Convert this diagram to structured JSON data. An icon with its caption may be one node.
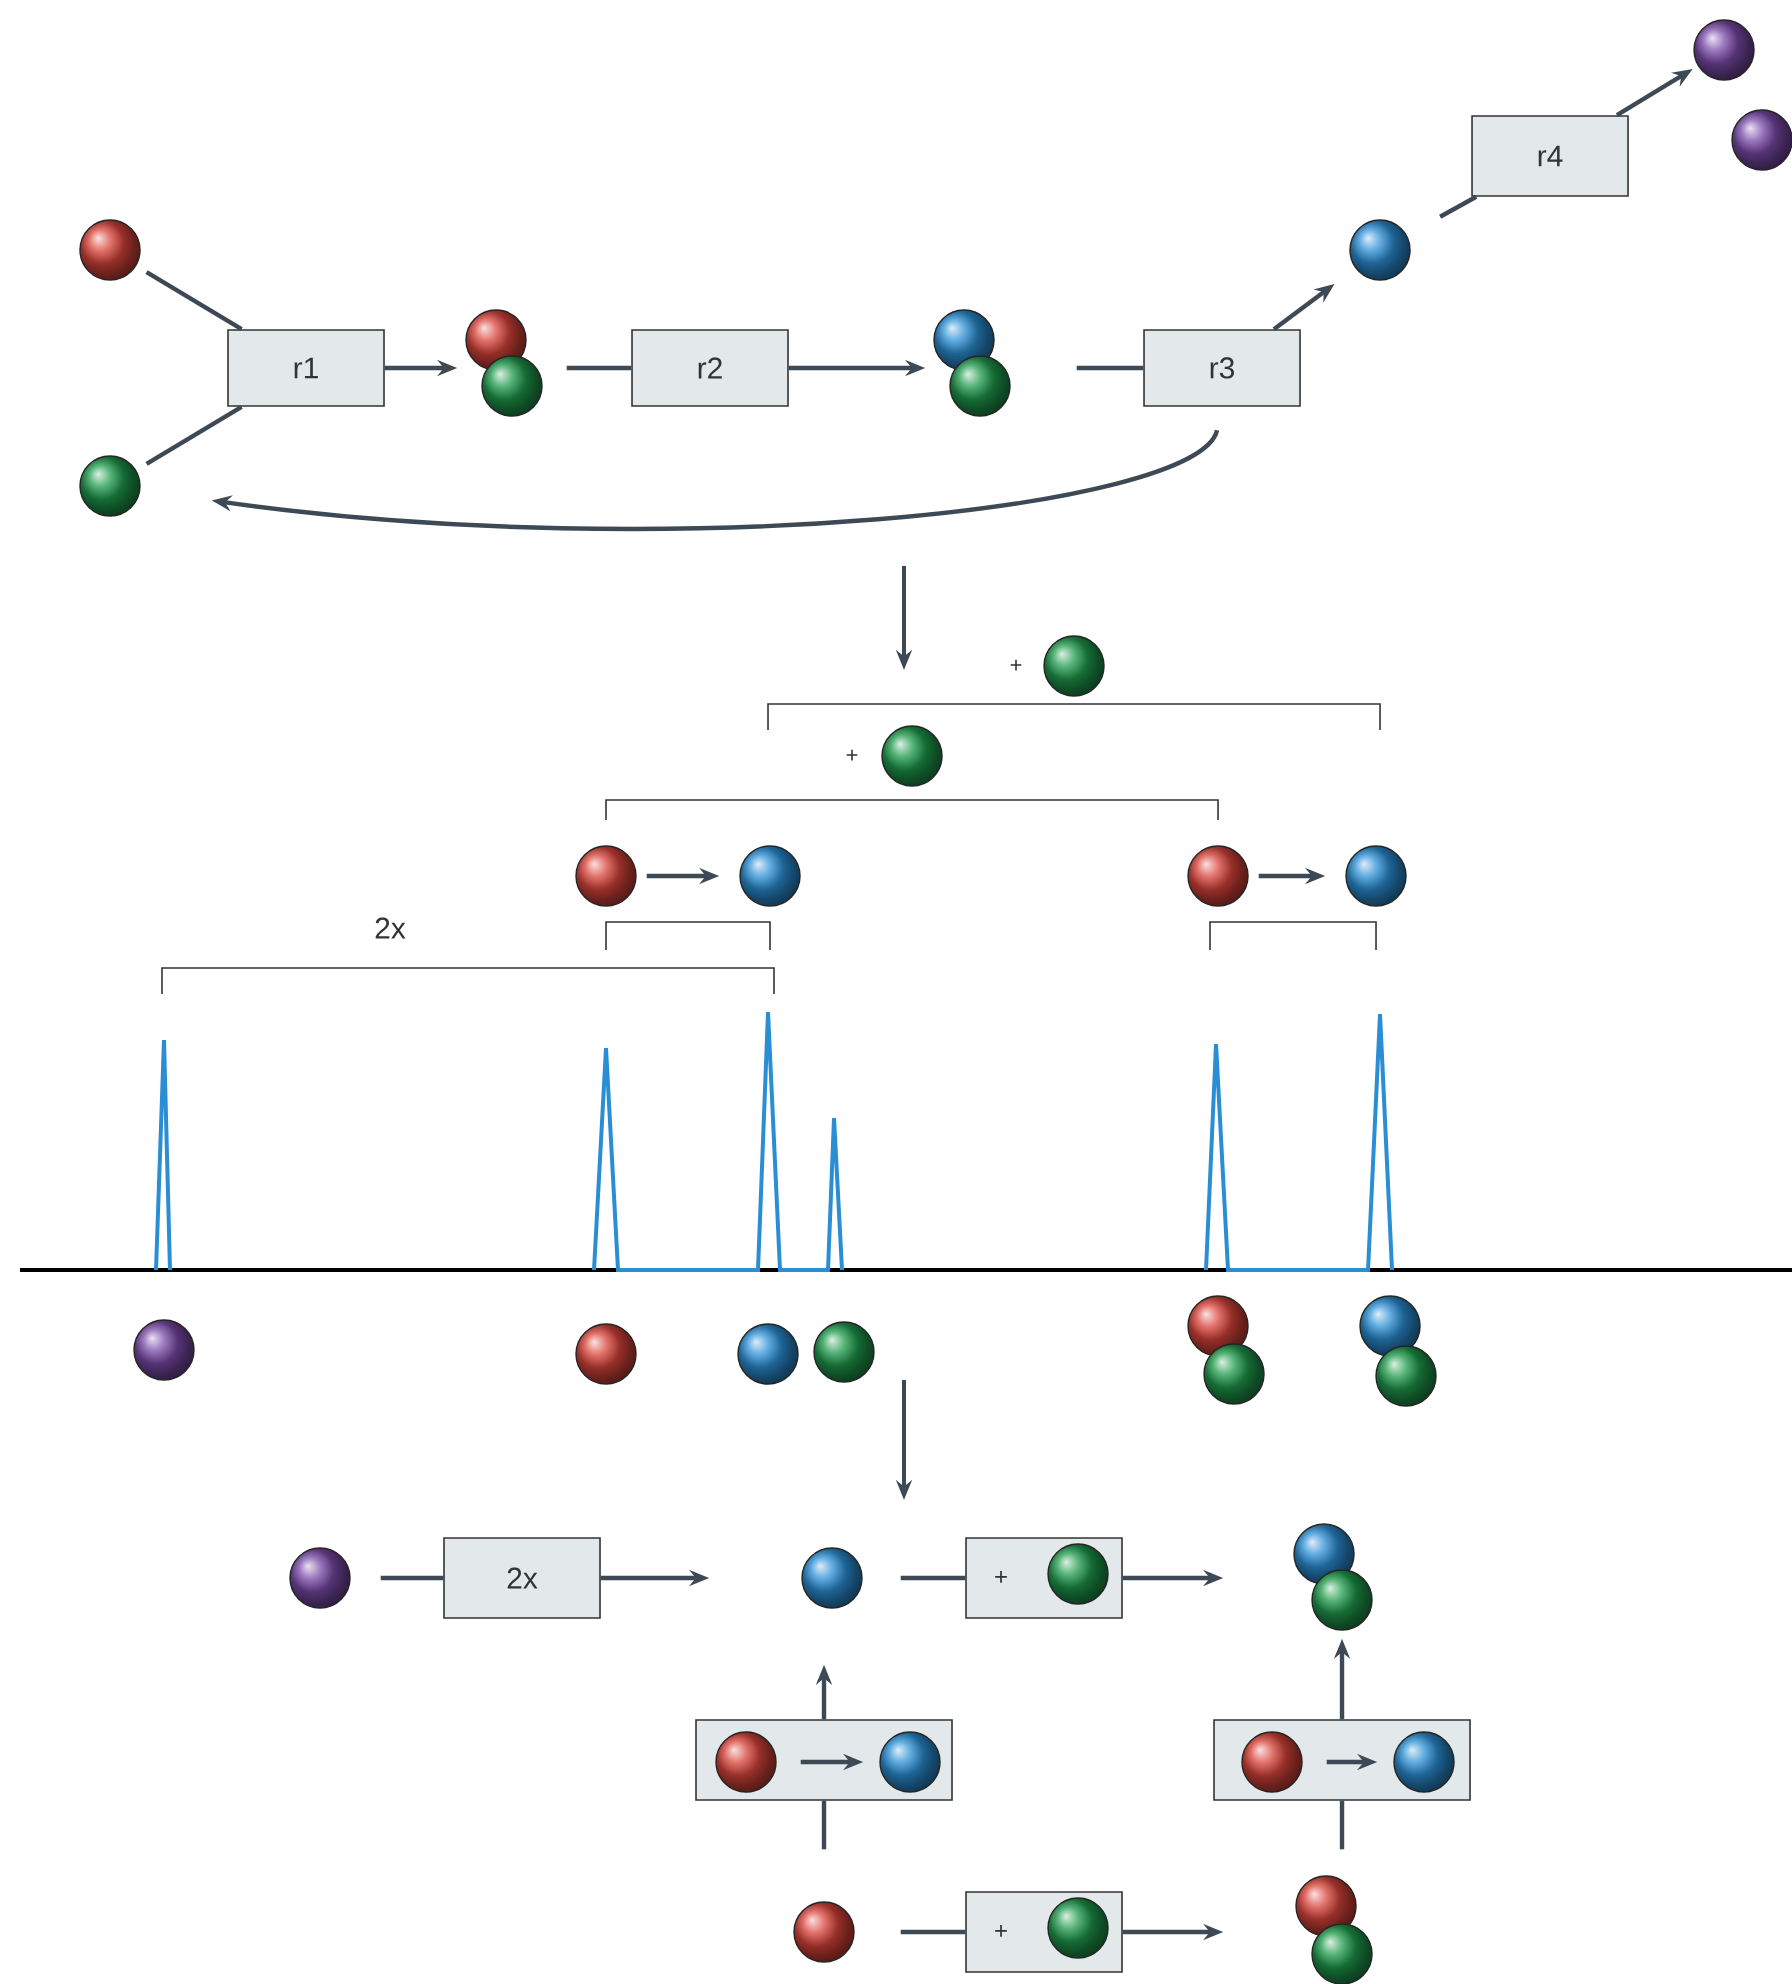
{
  "diagram": {
    "nodes": [
      {
        "text": [],
        "shape": "circle"
      },
      {
        "text": [],
        "shape": "circle"
      },
      {
        "text": [
          "r1"
        ]
      },
      {
        "text": [],
        "shape": "circle"
      },
      {
        "text": [],
        "shape": "circle"
      },
      {
        "text": [
          "r2"
        ]
      },
      {
        "text": [],
        "shape": "circle"
      },
      {
        "text": [],
        "shape": "circle"
      },
      {
        "text": [
          "r3"
        ]
      },
      {
        "text": [],
        "shape": "circle"
      },
      {
        "text": [
          "r4"
        ]
      },
      {
        "text": [],
        "shape": "circle"
      },
      {
        "text": [],
        "shape": "circle"
      },
      {
        "text": [],
        "shape": "circle"
      },
      {
        "text": [],
        "shape": "circle"
      },
      {
        "text": [],
        "shape": "circle"
      },
      {
        "text": [],
        "shape": "circle"
      },
      {
        "text": [],
        "shape": "circle"
      },
      {
        "text": [],
        "shape": "circle"
      },
      {
        "text": [],
        "shape": "circle"
      },
      {
        "text": [],
        "shape": "circle"
      },
      {
        "text": [],
        "shape": "circle"
      },
      {
        "text": [],
        "shape": "circle"
      },
      {
        "text": [],
        "shape": "circle"
      },
      {
        "text": [],
        "shape": "circle"
      },
      {
        "text": [],
        "shape": "circle"
      },
      {
        "text": [],
        "shape": "circle"
      },
      {
        "text": [],
        "shape": "circle"
      },
      {
        "text": [
          "2x"
        ]
      },
      {
        "text": [],
        "shape": "circle"
      },
      {
        "text": [
          "+"
        ]
      },
      {
        "text": [],
        "shape": "circle",
        "in": 30
      },
      {
        "text": [],
        "shape": "circle"
      },
      {
        "text": [],
        "shape": "circle"
      },
      {
        "text": [],
        "shape": "box"
      },
      {
        "text": [],
        "shape": "circle",
        "in": 34
      },
      {
        "text": [],
        "shape": "circle",
        "in": 34
      },
      {
        "text": [],
        "shape": "box"
      },
      {
        "text": [],
        "shape": "circle",
        "in": 37
      },
      {
        "text": [],
        "shape": "circle",
        "in": 37
      },
      {
        "text": [],
        "shape": "circle"
      },
      {
        "text": [
          "+"
        ]
      },
      {
        "text": [],
        "shape": "circle",
        "in": 41
      },
      {
        "text": [],
        "shape": "circle"
      },
      {
        "text": [],
        "shape": "circle"
      }
    ],
    "edges": [
      {
        "from": 0,
        "to": 2,
        "arrow": "none"
      },
      {
        "from": 1,
        "to": 2,
        "arrow": "none"
      },
      {
        "from": 2,
        "to": 3,
        "arrow": "to"
      },
      {
        "from": 4,
        "to": 5,
        "arrow": "none"
      },
      {
        "from": 5,
        "to": 6,
        "arrow": "to"
      },
      {
        "from": 7,
        "to": 8,
        "arrow": "none"
      },
      {
        "from": 8,
        "to": 9,
        "arrow": "to"
      },
      {
        "from": 9,
        "to": 10,
        "arrow": "none"
      },
      {
        "from": 10,
        "to": 11,
        "arrow": "to"
      },
      {
        "from": 8,
        "to": 1,
        "arrow": "to"
      },
      {
        "from": 15,
        "to": 16,
        "arrow": "to"
      },
      {
        "from": 17,
        "to": 18,
        "arrow": "to"
      },
      {
        "from": 27,
        "to": 28,
        "arrow": "none"
      },
      {
        "from": 28,
        "to": 29,
        "arrow": "to"
      },
      {
        "from": 29,
        "to": 30,
        "arrow": "none"
      },
      {
        "from": 30,
        "to": 32,
        "arrow": "to"
      },
      {
        "from": 35,
        "to": 36,
        "arrow": "to"
      },
      {
        "from": 34,
        "to": 29,
        "arrow": "to"
      },
      {
        "from": 40,
        "to": 34,
        "arrow": "none"
      },
      {
        "from": 38,
        "to": 39,
        "arrow": "to"
      },
      {
        "from": 37,
        "to": 33,
        "arrow": "to"
      },
      {
        "from": 43,
        "to": 37,
        "arrow": "none"
      },
      {
        "from": 40,
        "to": 41,
        "arrow": "none"
      },
      {
        "from": 41,
        "to": 43,
        "arrow": "to"
      }
    ],
    "labels": [
      "+",
      "+",
      "2x"
    ]
  }
}
